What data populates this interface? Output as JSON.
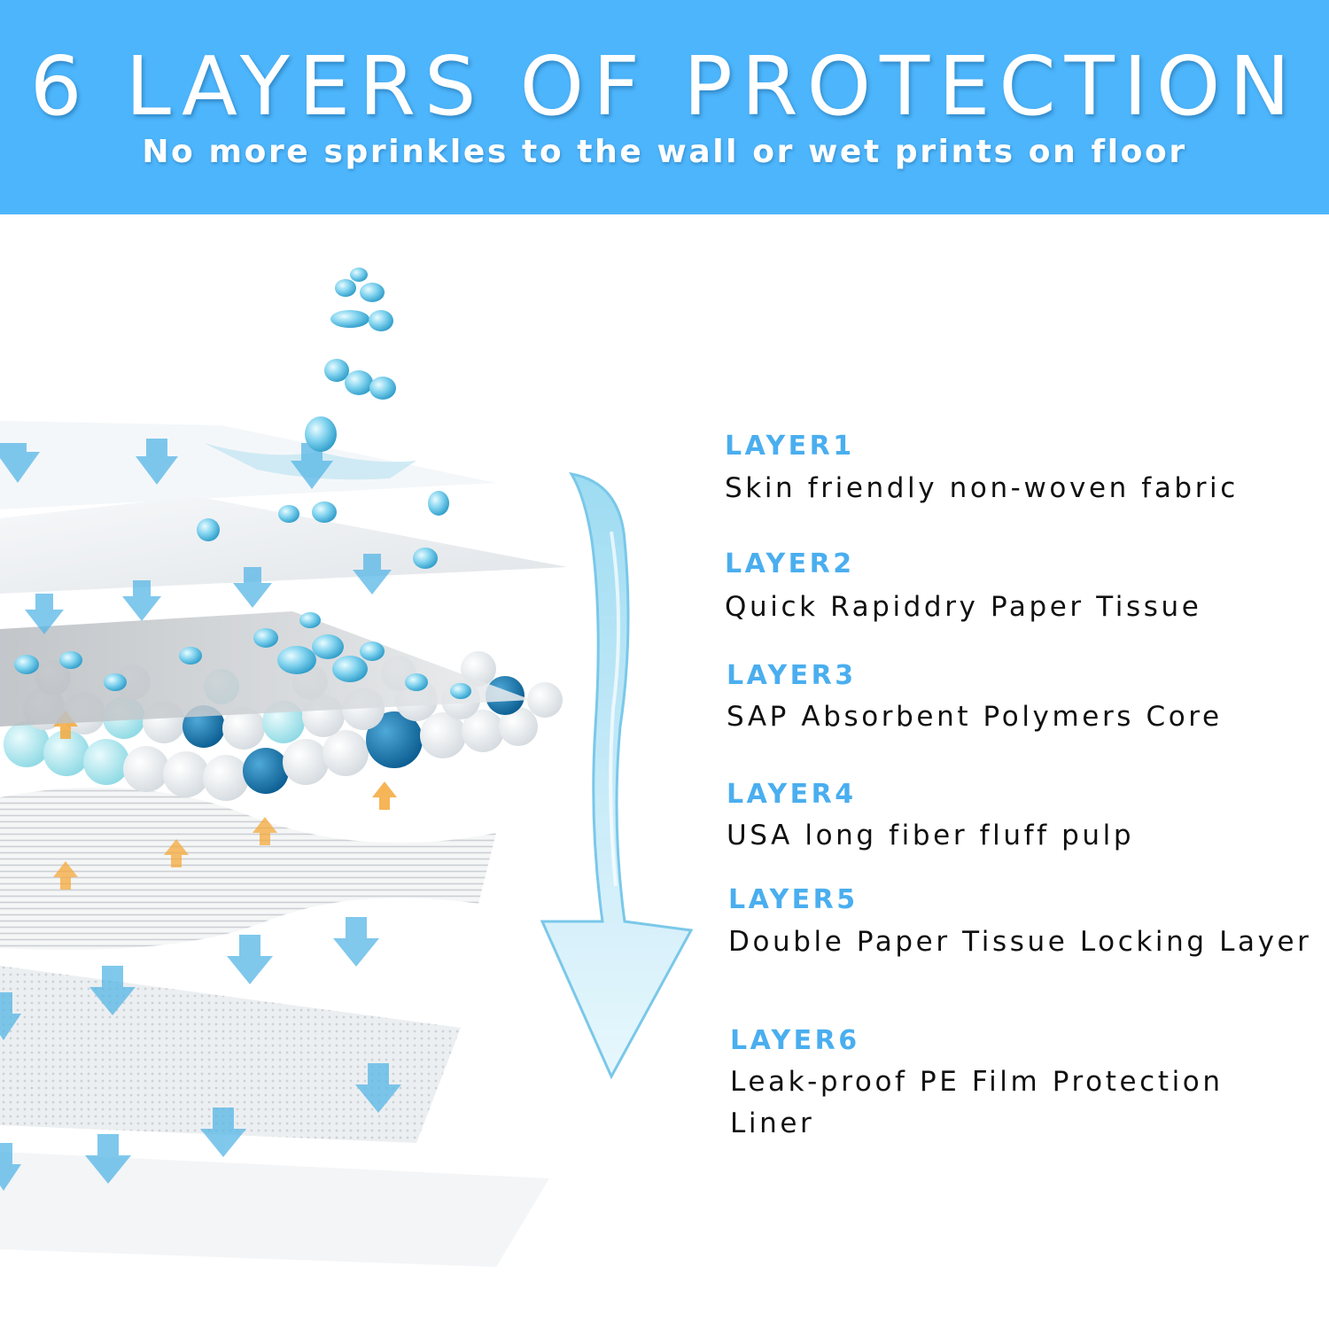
{
  "banner": {
    "title": "6 LAYERS OF PROTECTION",
    "subtitle": "No more sprinkles to the wall or wet prints on floor",
    "color": "#4db5fb"
  },
  "layers": [
    {
      "heading": "LAYER1",
      "description": "Skin friendly non-woven fabric"
    },
    {
      "heading": "LAYER2",
      "description": "Quick Rapiddry Paper Tissue"
    },
    {
      "heading": "LAYER3",
      "description": "SAP Absorbent Polymers Core"
    },
    {
      "heading": "LAYER4",
      "description": "USA long fiber fluff pulp"
    },
    {
      "heading": "LAYER5",
      "description": "Double Paper Tissue Locking Layer"
    },
    {
      "heading": "LAYER6",
      "description": "Leak-proof PE Film Protection Liner"
    }
  ],
  "colors": {
    "heading": "#4aaeef",
    "text": "#111111",
    "water": "#6cc7ec"
  },
  "icons": [
    "water-droplet-icon",
    "down-arrow-icon",
    "water-stream-arrow-icon"
  ]
}
